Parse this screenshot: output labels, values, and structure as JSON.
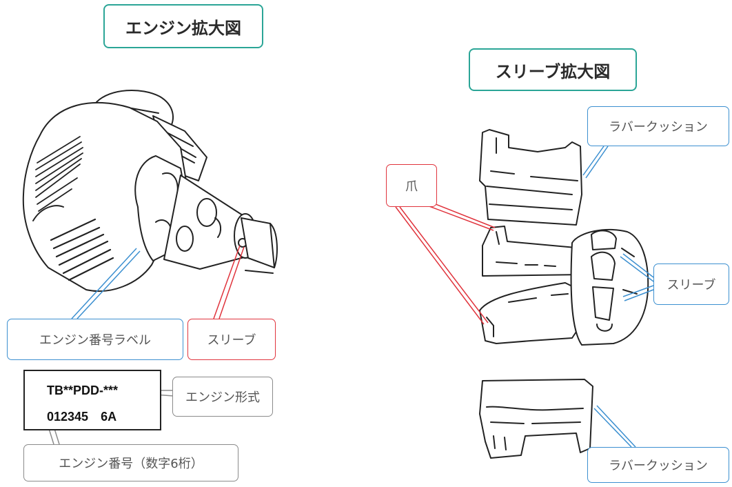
{
  "left_panel": {
    "title": "エンジン拡大図",
    "callouts": {
      "engine_label": "エンジン番号ラベル",
      "sleeve": "スリーブ",
      "engine_model": "エンジン形式",
      "engine_number": "エンジン番号（数字6桁）"
    },
    "plate": {
      "line1": "TB**PDD-***",
      "line2": "012345　6A"
    }
  },
  "right_panel": {
    "title": "スリーブ拡大図",
    "callouts": {
      "rubber_top": "ラバークッション",
      "claw": "爪",
      "sleeve": "スリーブ",
      "rubber_bottom": "ラバークッション"
    }
  },
  "colors": {
    "title_border": "#2aa596",
    "callout_blue": "#3b8fd0",
    "callout_red": "#e0333c",
    "callout_gray": "#8a8a8a"
  }
}
